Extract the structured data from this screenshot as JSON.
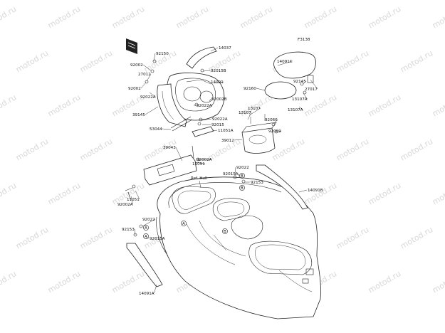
{
  "diagram_code": "F3138",
  "watermark_text": "motod.ru",
  "ref_label": "Ref. Hull",
  "markers": [
    "A",
    "B"
  ],
  "labels": [
    {
      "text": "14037"
    },
    {
      "text": "92150"
    },
    {
      "text": "92002"
    },
    {
      "text": "27012"
    },
    {
      "text": "92015B"
    },
    {
      "text": "14091"
    },
    {
      "text": "92002"
    },
    {
      "text": "92022A"
    },
    {
      "text": "92002B"
    },
    {
      "text": "92022A"
    },
    {
      "text": "39145"
    },
    {
      "text": "92022A"
    },
    {
      "text": "92015"
    },
    {
      "text": "53044"
    },
    {
      "text": "11051A"
    },
    {
      "text": "14091C"
    },
    {
      "text": "92160"
    },
    {
      "text": "92145"
    },
    {
      "text": "27017"
    },
    {
      "text": "13107A"
    },
    {
      "text": "13107A"
    },
    {
      "text": "13107"
    },
    {
      "text": "13107"
    },
    {
      "text": "92066"
    },
    {
      "text": "92009"
    },
    {
      "text": "39012"
    },
    {
      "text": "39043"
    },
    {
      "text": "92002A"
    },
    {
      "text": "11051"
    },
    {
      "text": "92022"
    },
    {
      "text": "92015A"
    },
    {
      "text": "92153"
    },
    {
      "text": "14091B"
    },
    {
      "text": "11051"
    },
    {
      "text": "92002A"
    },
    {
      "text": "92022"
    },
    {
      "text": "92153"
    },
    {
      "text": "92015A"
    },
    {
      "text": "14091A"
    }
  ]
}
